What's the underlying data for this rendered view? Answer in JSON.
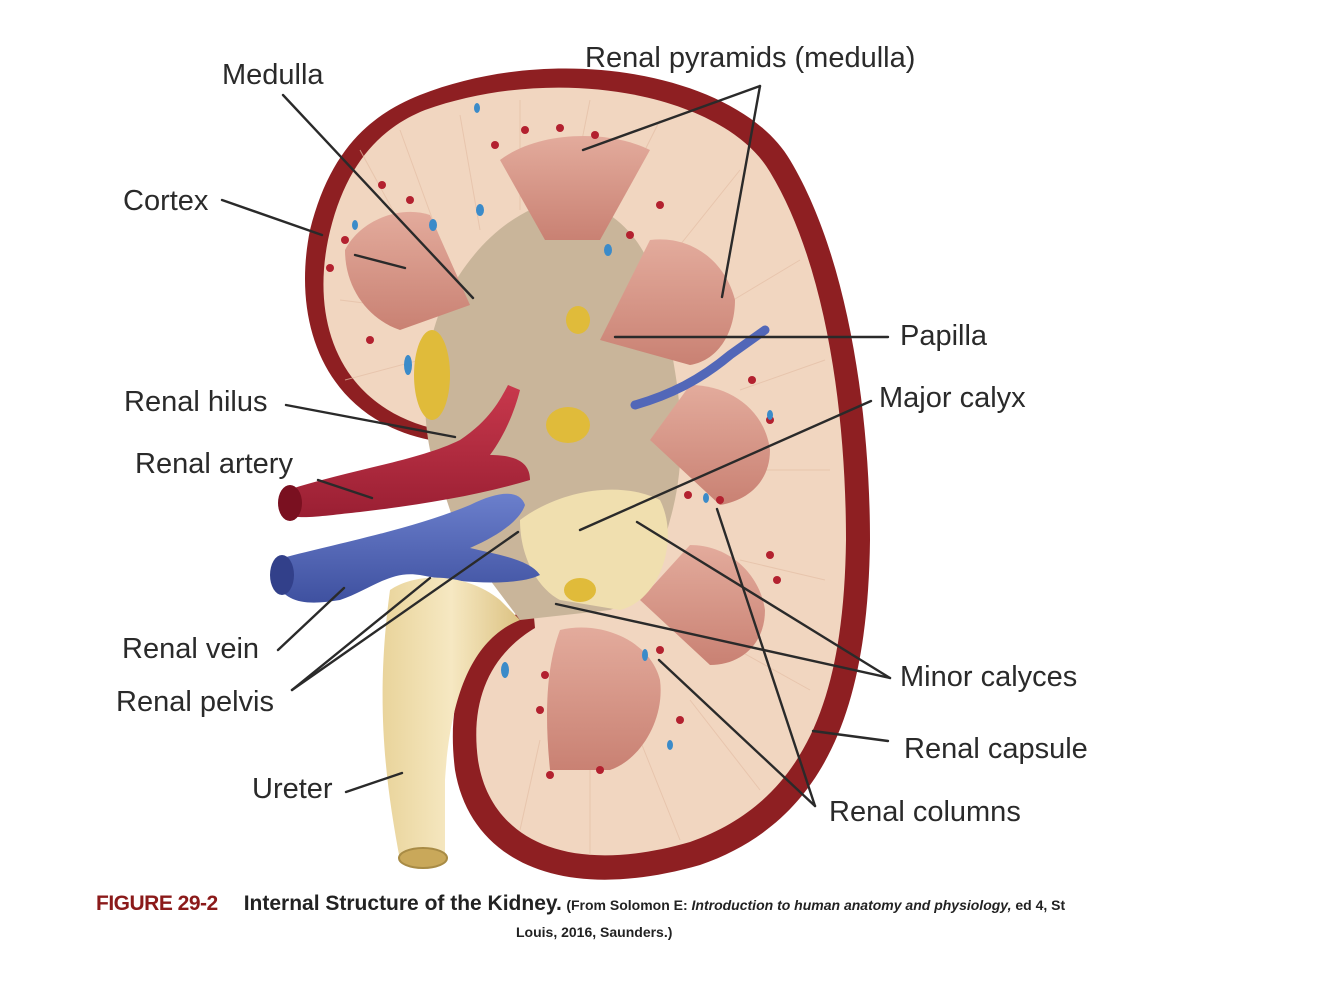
{
  "labels": {
    "medulla": "Medulla",
    "renal_pyramids": "Renal pyramids (medulla)",
    "cortex": "Cortex",
    "papilla": "Papilla",
    "renal_hilus": "Renal hilus",
    "major_calyx": "Major calyx",
    "renal_artery": "Renal artery",
    "renal_vein": "Renal vein",
    "renal_pelvis": "Renal pelvis",
    "minor_calyces": "Minor calyces",
    "renal_capsule": "Renal capsule",
    "ureter": "Ureter",
    "renal_columns": "Renal columns"
  },
  "caption": {
    "figure_number": "FIGURE 29-2",
    "title": "Internal Structure of the Kidney.",
    "source_prefix": "(From Solomon E: ",
    "source_book": "Introduction to human anatomy and physiology,",
    "source_suffix_line1": " ed 4, St",
    "source_line2": "Louis, 2016, Saunders.)"
  },
  "colors": {
    "capsule": "#8e1f22",
    "cortex": "#f1d6c0",
    "pyramid": "#d99a8e",
    "sinus": "#c9b59a",
    "calyx": "#f0dfaf",
    "artery": "#b52a3e",
    "vein": "#5267b8",
    "fat": "#e0bb3a",
    "caption_red": "#8b1a1a"
  }
}
